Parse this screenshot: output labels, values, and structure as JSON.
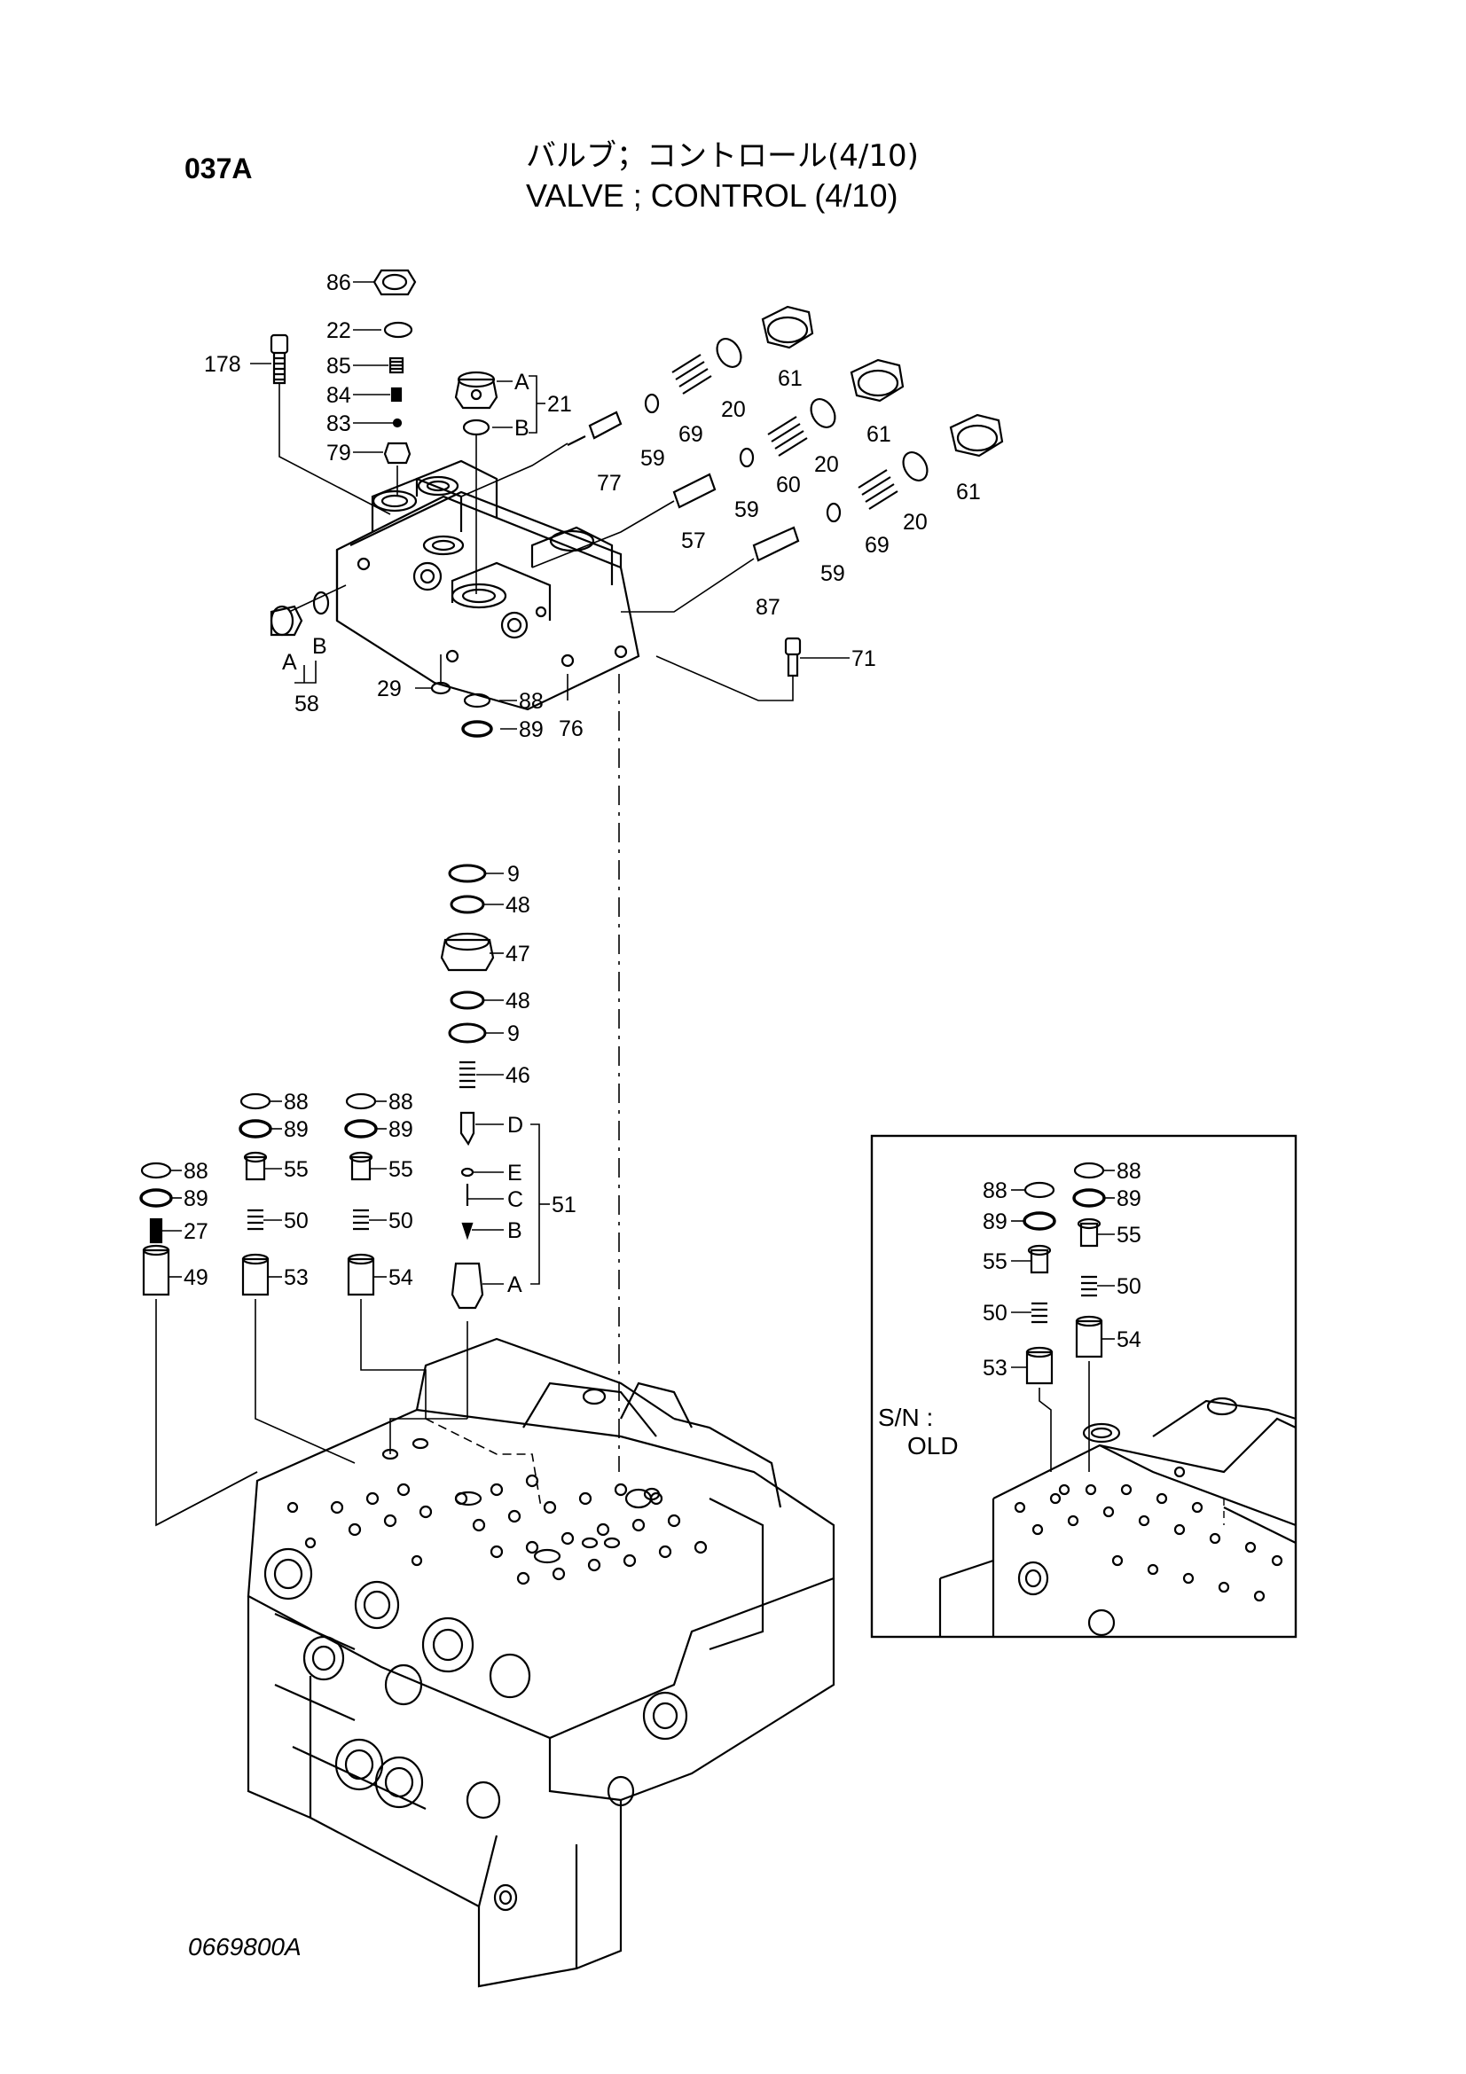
{
  "header": {
    "section": "037A",
    "title_ja": "バルブ；コントロール(4/10)",
    "title_en": "VALVE ; CONTROL (4/10)"
  },
  "footer": {
    "drawing_no": "0669800A"
  },
  "inset": {
    "label_sn": "S/N :",
    "label_old": "OLD"
  },
  "labels": {
    "p86": "86",
    "p22": "22",
    "p178": "178",
    "p85": "85",
    "p84": "84",
    "p83": "83",
    "p79": "79",
    "p21_a": "A",
    "p21_b": "B",
    "p21": "21",
    "p61a": "61",
    "p61b": "61",
    "p61c": "61",
    "p20a": "20",
    "p20b": "20",
    "p20c": "20",
    "p69a": "69",
    "p69b": "69",
    "p60": "60",
    "p59a": "59",
    "p59b": "59",
    "p59c": "59",
    "p77": "77",
    "p57": "57",
    "p87": "87",
    "p71": "71",
    "p58_a": "A",
    "p58_b": "B",
    "p58": "58",
    "p29": "29",
    "p88_top": "88",
    "p89_top": "89",
    "p76": "76",
    "p9a": "9",
    "p48a": "48",
    "p47": "47",
    "p48b": "48",
    "p9b": "9",
    "p46": "46",
    "p51_d": "D",
    "p51_e": "E",
    "p51_c": "C",
    "p51_b": "B",
    "p51_a": "A",
    "p51": "51",
    "c1_88": "88",
    "c1_89": "89",
    "c1_27": "27",
    "c1_49": "49",
    "c2_88": "88",
    "c2_89": "89",
    "c2_55": "55",
    "c2_50": "50",
    "c2_53": "53",
    "c3_88": "88",
    "c3_89": "89",
    "c3_55": "55",
    "c3_50": "50",
    "c3_54": "54",
    "i_88a": "88",
    "i_89a": "89",
    "i_55a": "55",
    "i_50a": "50",
    "i_53": "53",
    "i_88b": "88",
    "i_89b": "89",
    "i_55b": "55",
    "i_50b": "50",
    "i_54": "54"
  }
}
